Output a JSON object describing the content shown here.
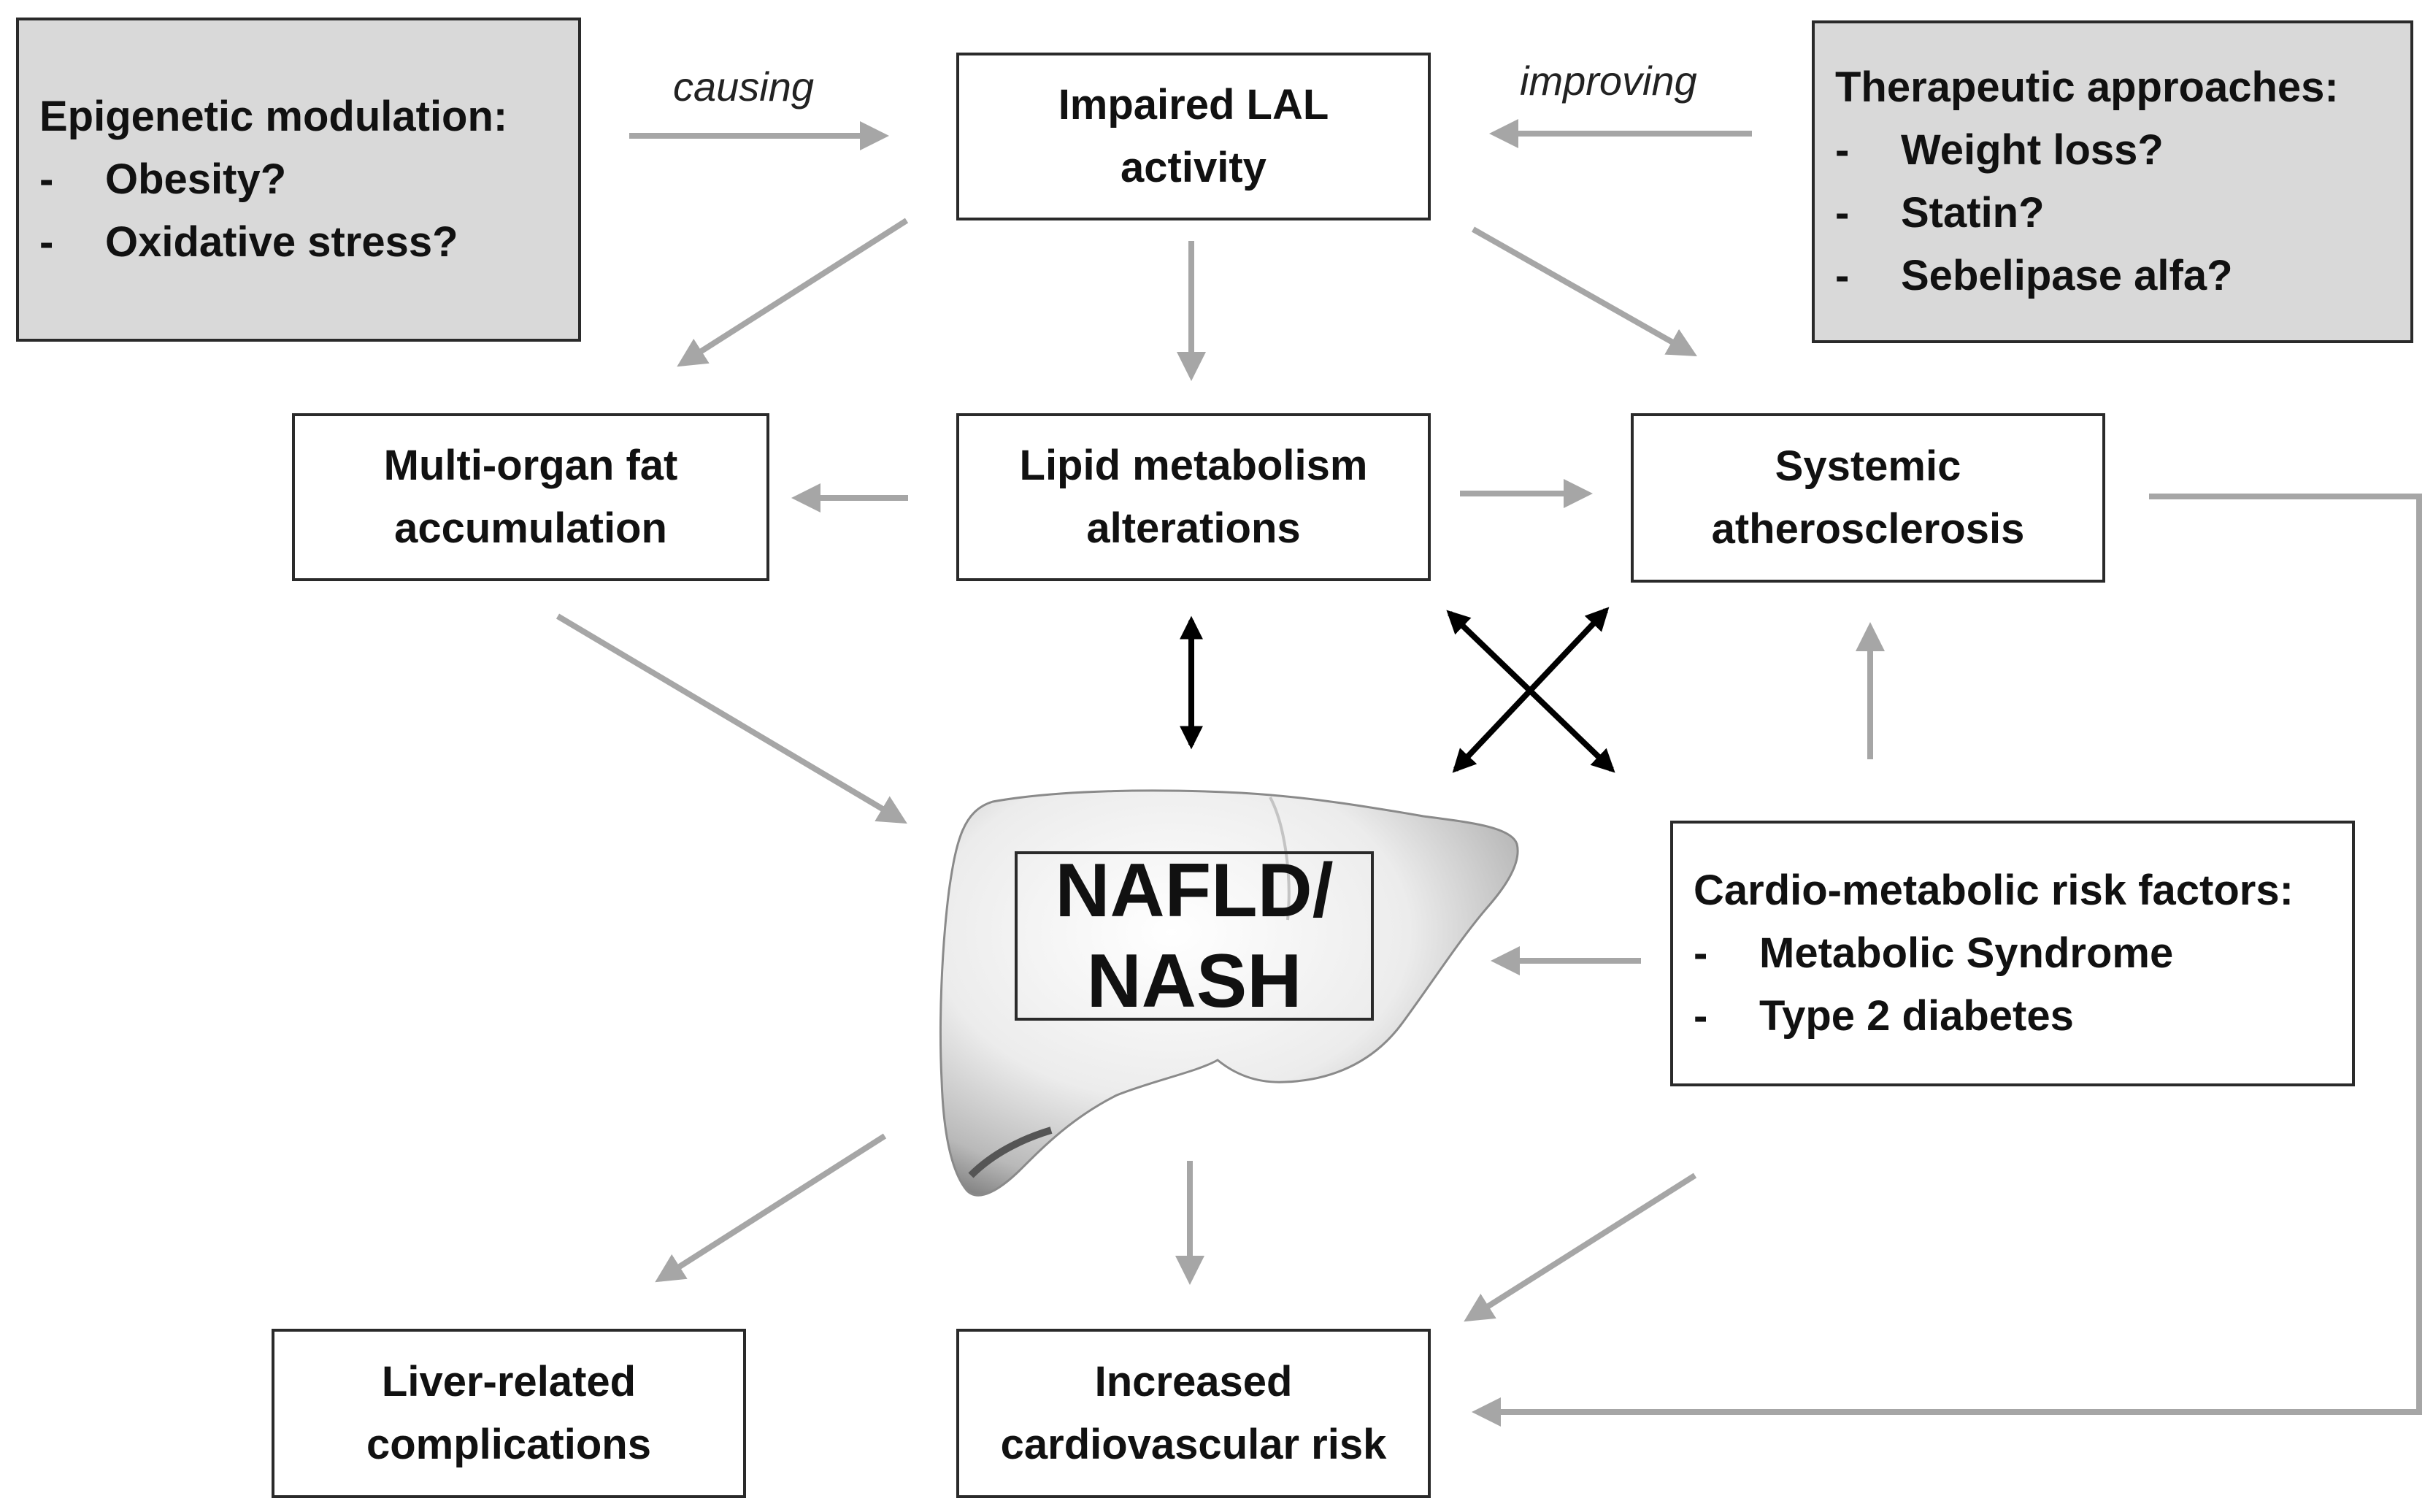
{
  "labels": {
    "causing": "causing",
    "improving": "improving"
  },
  "epigenetic": {
    "title": "Epigenetic modulation:",
    "items": [
      "Obesity?",
      "Oxidative stress?"
    ]
  },
  "therapeutic": {
    "title": "Therapeutic approaches:",
    "items": [
      "Weight loss?",
      "Statin?",
      "Sebelipase alfa?"
    ]
  },
  "impaired_lal": [
    "Impaired LAL",
    "activity"
  ],
  "multi_organ": [
    "Multi-organ fat",
    "accumulation"
  ],
  "lipid": [
    "Lipid metabolism",
    "alterations"
  ],
  "systemic": [
    "Systemic",
    "atherosclerosis"
  ],
  "nafld": [
    "NAFLD/",
    "NASH"
  ],
  "cardio": {
    "title": "Cardio-metabolic risk factors:",
    "items": [
      "Metabolic Syndrome",
      "Type 2 diabetes"
    ]
  },
  "liver_related": [
    "Liver-related",
    "complications"
  ],
  "cardiovascular": [
    "Increased",
    "cardiovascular risk"
  ],
  "colors": {
    "grey_box": "#d9d9d9",
    "arrow_grey": "#a6a6a6",
    "arrow_black": "#000000"
  }
}
